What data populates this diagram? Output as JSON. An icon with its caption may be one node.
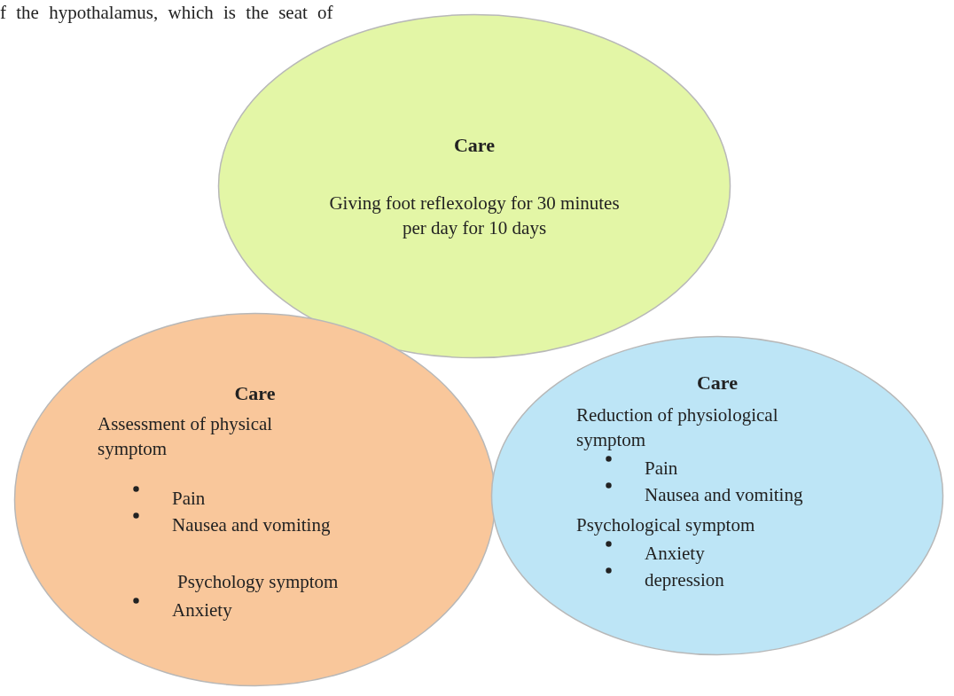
{
  "diagram": {
    "nodes": [
      {
        "text": [
          "Care",
          "Giving foot reflexology for 30 minutes per day for 10 days"
        ]
      },
      {
        "text": [
          "Care",
          "Assessment of physical symptom",
          "Pain",
          "Nausea and vomiting",
          "Psychology symptom",
          "Anxiety"
        ]
      },
      {
        "text": [
          "Care",
          "Reduction of physiological symptom",
          "Pain",
          "Nausea and vomiting",
          "Psychological symptom",
          "Anxiety",
          "depression"
        ]
      }
    ],
    "labels": [
      "f the hypothalamus, which is the seat of"
    ]
  }
}
